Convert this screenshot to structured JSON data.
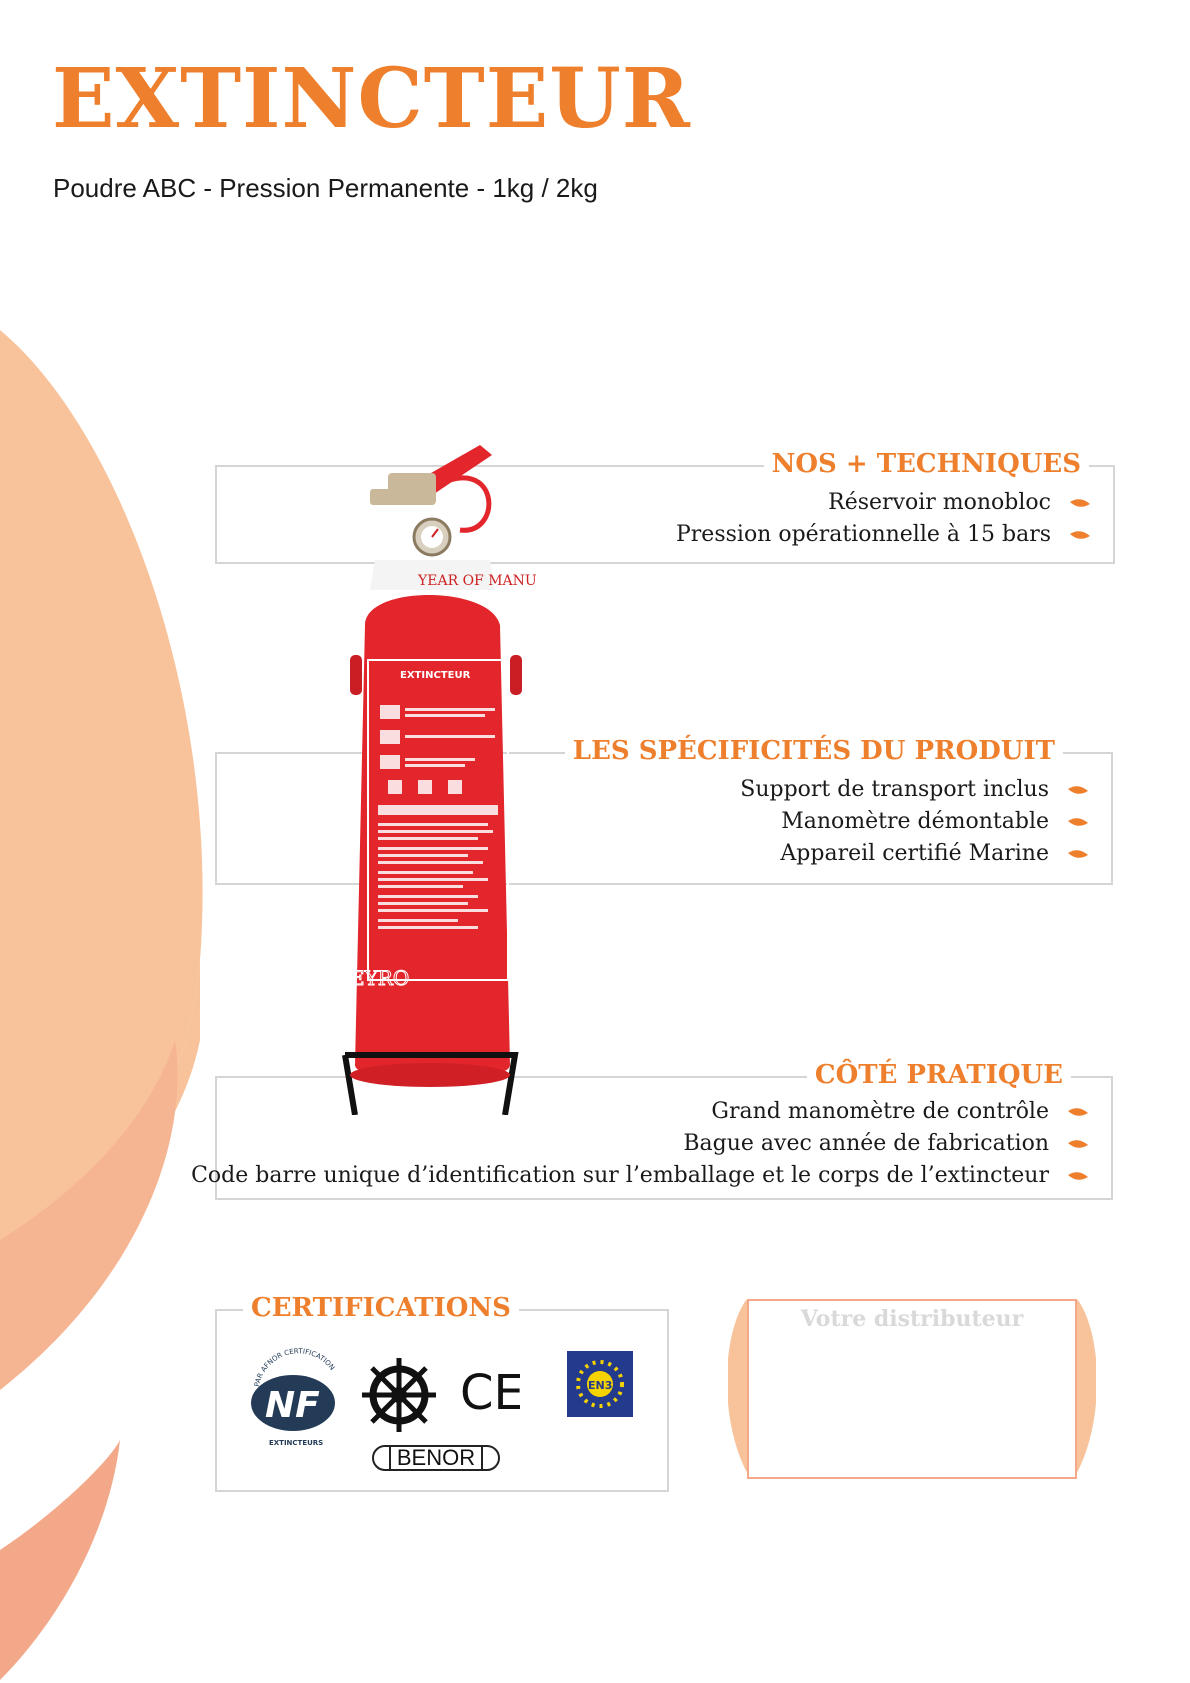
{
  "header": {
    "title": "EXTINCTEUR",
    "subtitle": "Poudre ABC - Pression Permanente - 1kg / 2kg"
  },
  "colors": {
    "accent": "#ee7f2d",
    "shape_light": "#f8c29a",
    "shape_dark": "#f3a889",
    "border": "#d5d5d5"
  },
  "sections": {
    "techniques": {
      "title": "NOS + TECHNIQUES",
      "items": [
        "Réservoir monobloc",
        "Pression opérationnelle à 15 bars"
      ]
    },
    "specificites": {
      "title": "LES SPÉCIFICITÉS DU PRODUIT",
      "items": [
        "Support de transport inclus",
        "Manomètre démontable",
        "Appareil certifié Marine"
      ]
    },
    "pratique": {
      "title": "CÔTÉ PRATIQUE",
      "items": [
        "Grand manomètre de contrôle",
        "Bague avec année de fabrication",
        "Code barre unique d’identification sur l’emballage et le corps de l’extincteur"
      ]
    }
  },
  "certifications": {
    "title": "CERTIFICATIONS",
    "logos": [
      "NF",
      "CE",
      "EN3",
      "BENOR"
    ],
    "nf_caption": "EXTINCTEURS",
    "nf_arc_text": "PAR AFNOR CERTIFICATION"
  },
  "distributor": {
    "label": "Votre distributeur"
  },
  "product_image": {
    "label_title": "EXTINCTEUR",
    "brand": "EYRO",
    "ring_text": "YEAR OF MANU"
  }
}
